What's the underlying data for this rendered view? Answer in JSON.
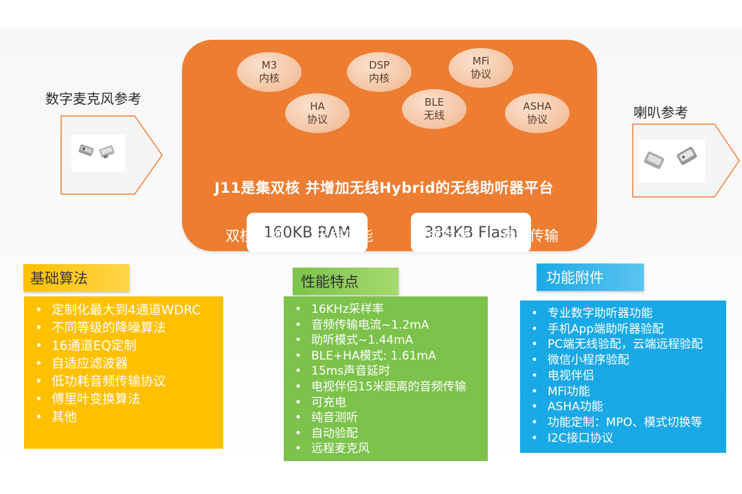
{
  "left_device": {
    "label": "数字麦克风参考"
  },
  "right_device": {
    "label": "喇叭参考"
  },
  "core": {
    "bubbles": [
      {
        "line1": "M3",
        "line2": "内核"
      },
      {
        "line1": "DSP",
        "line2": "内核"
      },
      {
        "line1": "MFi",
        "line2": "协议"
      },
      {
        "line1": "HA",
        "line2": "协议"
      },
      {
        "line1": "BLE",
        "line2": "无线"
      },
      {
        "line1": "ASHA",
        "line2": "协议"
      }
    ],
    "title": "J11是集双核 并增加无线Hybrid的无线助听器平台",
    "ram": "160KB RAM",
    "flash": "384KB Flash",
    "features": [
      "双核架构",
      "无线功能",
      "集成存储",
      "音频传输"
    ]
  },
  "sections": {
    "basic": {
      "title": "基础算法",
      "items": [
        "定制化最大到4通道WDRC",
        "不同等级的降噪算法",
        "16通道EQ定制",
        "自适应滤波器",
        "低功耗音频传输协议",
        "傅里叶变换算法",
        "其他"
      ]
    },
    "performance": {
      "title": "性能特点",
      "items": [
        "16KHz采样率",
        "音频传输电流~1.2mA",
        "助听模式~1.44mA",
        "BLE+HA模式: 1.61mA",
        "15ms声音延时",
        "电视伴侣15米距离的音频传输",
        "可充电",
        "纯音测听",
        "自动验配",
        "远程麦克风"
      ]
    },
    "accessories": {
      "title": "功能附件",
      "items": [
        "专业数字助听器功能",
        "手机App端助听器验配",
        "PC端无线验配，云端远程验配",
        "微信小程序验配",
        "电视伴侣",
        "MFi功能",
        "ASHA功能",
        "功能定制：MPO、模式切换等",
        "I2C接口协议"
      ]
    }
  },
  "colors": {
    "core_orange": "#ed7d31",
    "basic_yellow": "#ffc000",
    "performance_green": "#7cc24b",
    "accessories_blue": "#19a9e6"
  },
  "icons": [
    "microphone-component-icon",
    "speaker-component-icon"
  ]
}
